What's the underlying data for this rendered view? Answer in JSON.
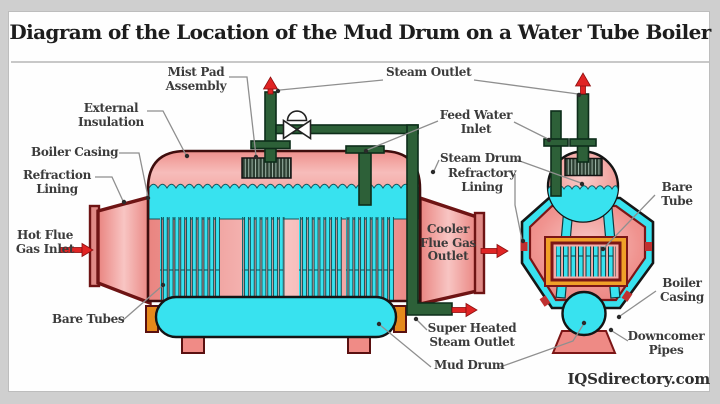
{
  "page": {
    "title": "Diagram of the Location of the Mud Drum on a Water Tube Boiler",
    "watermark": "IQSdirectory.com"
  },
  "colors": {
    "body_pink": "#ef8f8b",
    "body_pink_light": "#f8c5c3",
    "water_cyan": "#38e2ef",
    "pipe_green": "#2d6038",
    "outline_maroon": "#6e1414",
    "drum_outline": "#3f0d0d",
    "arrow_red": "#e02424",
    "cap_orange": "#e5891b",
    "frame_orange": "#f0a028",
    "label_text": "#3b3b3b",
    "leader_gray": "#8f8f8f",
    "title_text": "#1d1d1d"
  },
  "labels": {
    "mist_pad_assembly": "Mist Pad\nAssembly",
    "steam_outlet": "Steam Outlet",
    "external_insulation": "External\nInsulation",
    "boiler_casing_left": "Boiler Casing",
    "refraction_lining": "Refraction\nLining",
    "hot_flue_gas_inlet": "Hot Flue\nGas Inlet",
    "bare_tubes": "Bare Tubes",
    "super_heated_steam_outlet": "Super Heated\nSteam Outlet",
    "mud_drum": "Mud Drum",
    "feed_water_inlet": "Feed Water\nInlet",
    "steam_drum": "Steam Drum",
    "refractory_lining": "Refractory\nLining",
    "cooler_flue_gas_outlet": "Cooler\nFlue Gas\nOutlet",
    "bare_tube": "Bare\nTube",
    "boiler_casing_right": "Boiler\nCasing",
    "downcomer_pipes": "Downcomer\nPipes"
  }
}
